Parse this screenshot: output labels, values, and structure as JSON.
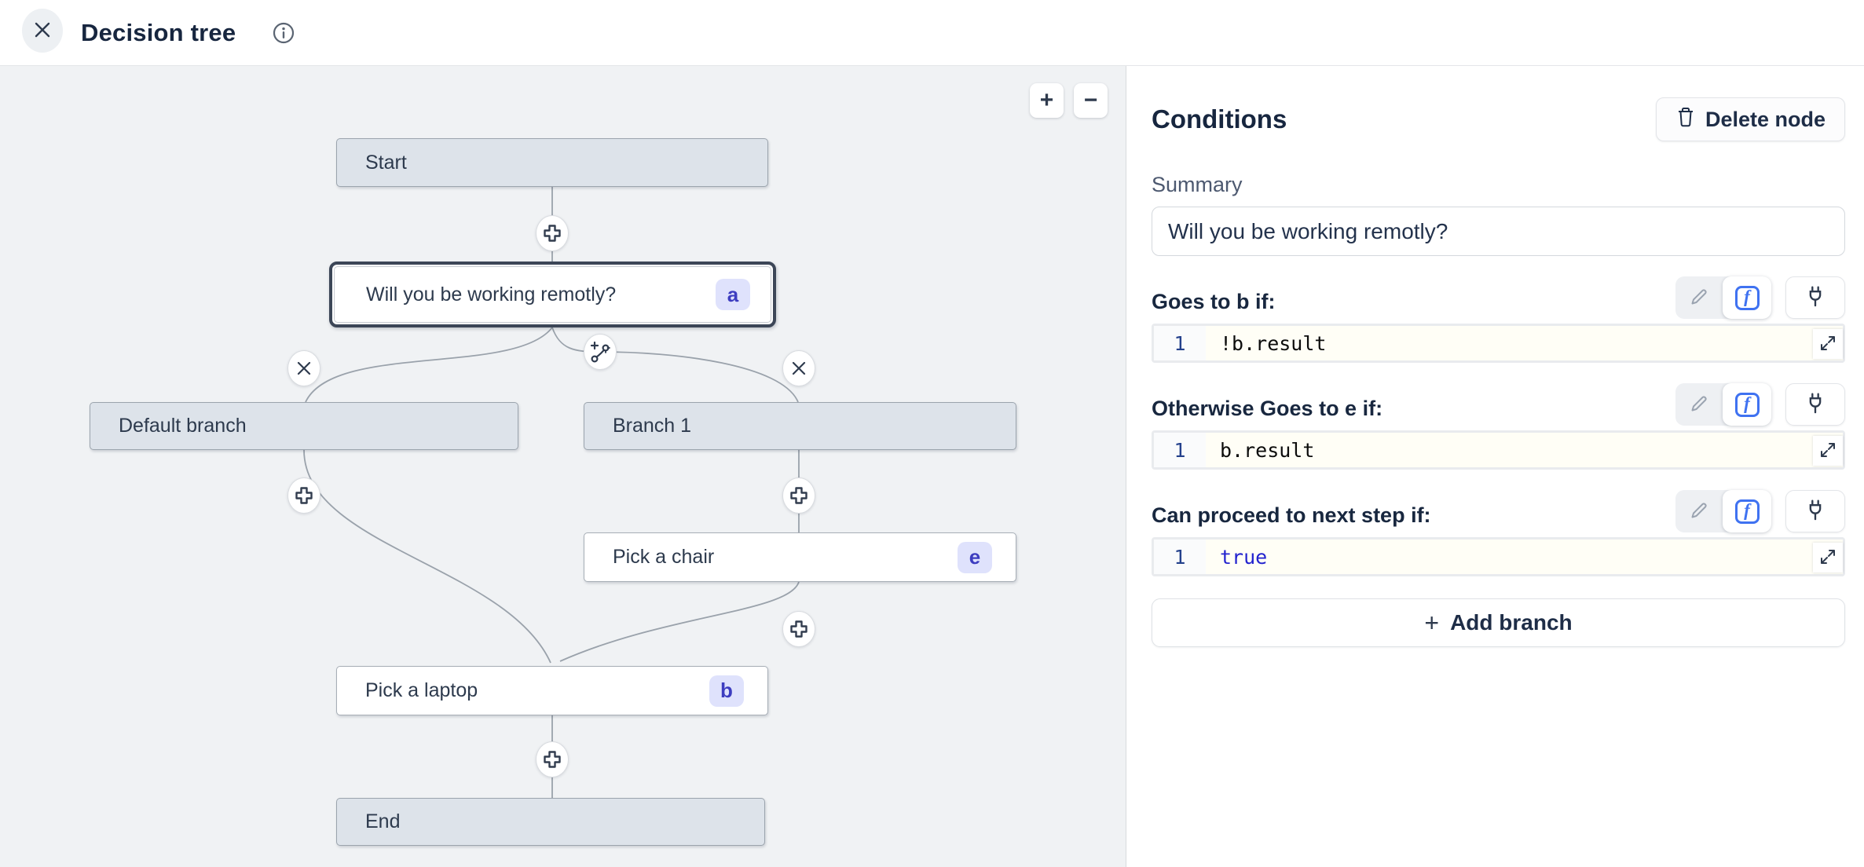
{
  "header": {
    "title": "Decision tree"
  },
  "canvas": {
    "zoom_in_label": "+",
    "zoom_out_label": "−",
    "nodes": {
      "start": {
        "label": "Start"
      },
      "decision": {
        "label": "Will you be working remotly?",
        "badge": "a",
        "selected": true
      },
      "default": {
        "label": "Default branch"
      },
      "branch1": {
        "label": "Branch 1"
      },
      "chair": {
        "label": "Pick a chair",
        "badge": "e"
      },
      "laptop": {
        "label": "Pick a laptop",
        "badge": "b"
      },
      "end": {
        "label": "End"
      }
    }
  },
  "panel": {
    "title": "Conditions",
    "delete_button_label": "Delete node",
    "summary_label": "Summary",
    "summary_value": "Will you be working remotly?",
    "conditions": [
      {
        "label": "Goes to b if:",
        "line_number": "1",
        "code": "!b.result"
      },
      {
        "label": "Otherwise Goes to e if:",
        "line_number": "1",
        "code": "b.result"
      },
      {
        "label": "Can proceed to next step if:",
        "line_number": "1",
        "code": "true"
      }
    ],
    "add_branch_plus": "+",
    "add_branch_label": "Add branch"
  },
  "colors": {
    "accent_blue": "#3f72f1",
    "badge_bg": "#dfe2fc",
    "badge_text": "#3d3dc0",
    "node_gray_bg": "#dde3ea",
    "canvas_bg": "#f0f2f4",
    "code_bg": "#fffef6",
    "code_true_text": "#2323cf",
    "selected_border": "#3c4657"
  }
}
